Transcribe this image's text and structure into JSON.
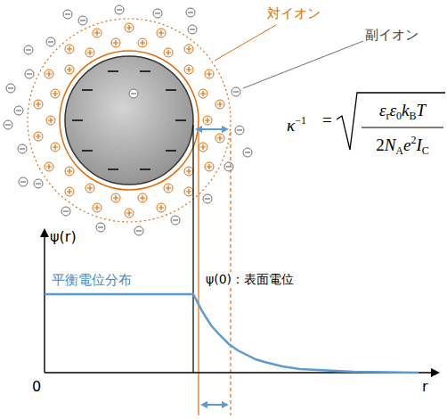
{
  "diagram": {
    "labels": [
      "対イオン",
      "副イオン",
      "κ",
      "−1",
      "=",
      "ε",
      "r",
      "ε",
      "0",
      "k",
      "B",
      "T",
      "2",
      "N",
      "A",
      "e",
      "2",
      "I",
      "C",
      "ψ(r)",
      "平衡電位分布",
      "ψ(0)：表面電位",
      "0",
      "r"
    ]
  }
}
